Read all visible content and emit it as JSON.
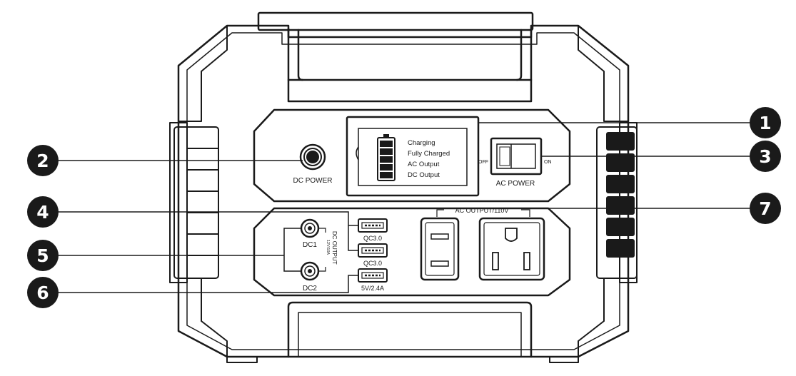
{
  "callouts": [
    "1",
    "2",
    "3",
    "4",
    "5",
    "6",
    "7"
  ],
  "display": {
    "lines": [
      "Charging",
      "Fully Charged",
      "AC Output",
      "DC Output"
    ]
  },
  "dc_power": {
    "label": "DC POWER"
  },
  "ac_power": {
    "label": "AC POWER",
    "off": "OFF",
    "on": "ON"
  },
  "usb_ports": [
    {
      "label": "QC3.0"
    },
    {
      "label": "QC3.0"
    },
    {
      "label": "5V/2.4A"
    }
  ],
  "dc_output": {
    "title": "DC OUTPUT",
    "spec": "12V/10A",
    "ports": [
      {
        "label": "DC1"
      },
      {
        "label": "DC2"
      }
    ]
  },
  "ac_output": {
    "label": "AC OUTPUT/110V"
  }
}
